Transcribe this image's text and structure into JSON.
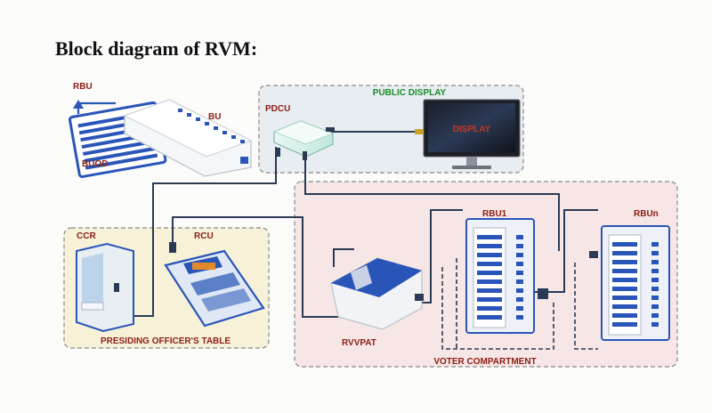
{
  "title": "Block diagram of RVM:",
  "zones": {
    "public_display": "PUBLIC DISPLAY",
    "presiding_officer": "PRESIDING OFFICER'S TABLE",
    "voter_compartment": "VOTER COMPARTMENT"
  },
  "labels": {
    "rbu": "RBU",
    "bu": "BU",
    "buod": "BUOD",
    "pdcu": "PDCU",
    "display": "DISPLAY",
    "ccr": "CCR",
    "rcu": "RCU",
    "rvvpat": "RVVPAT",
    "rbu1": "RBU1",
    "rbun": "RBUn"
  },
  "colors": {
    "public_zone_fill": "#e8edf2",
    "officer_zone_fill": "#f7f1d8",
    "voter_zone_fill": "#f6e6e6",
    "zone_border": "#8a8a8a",
    "device_blue": "#2a55b8",
    "label_red": "#8a1f14",
    "zone_green": "#1d8a2a",
    "cable": "#2b3a55"
  }
}
